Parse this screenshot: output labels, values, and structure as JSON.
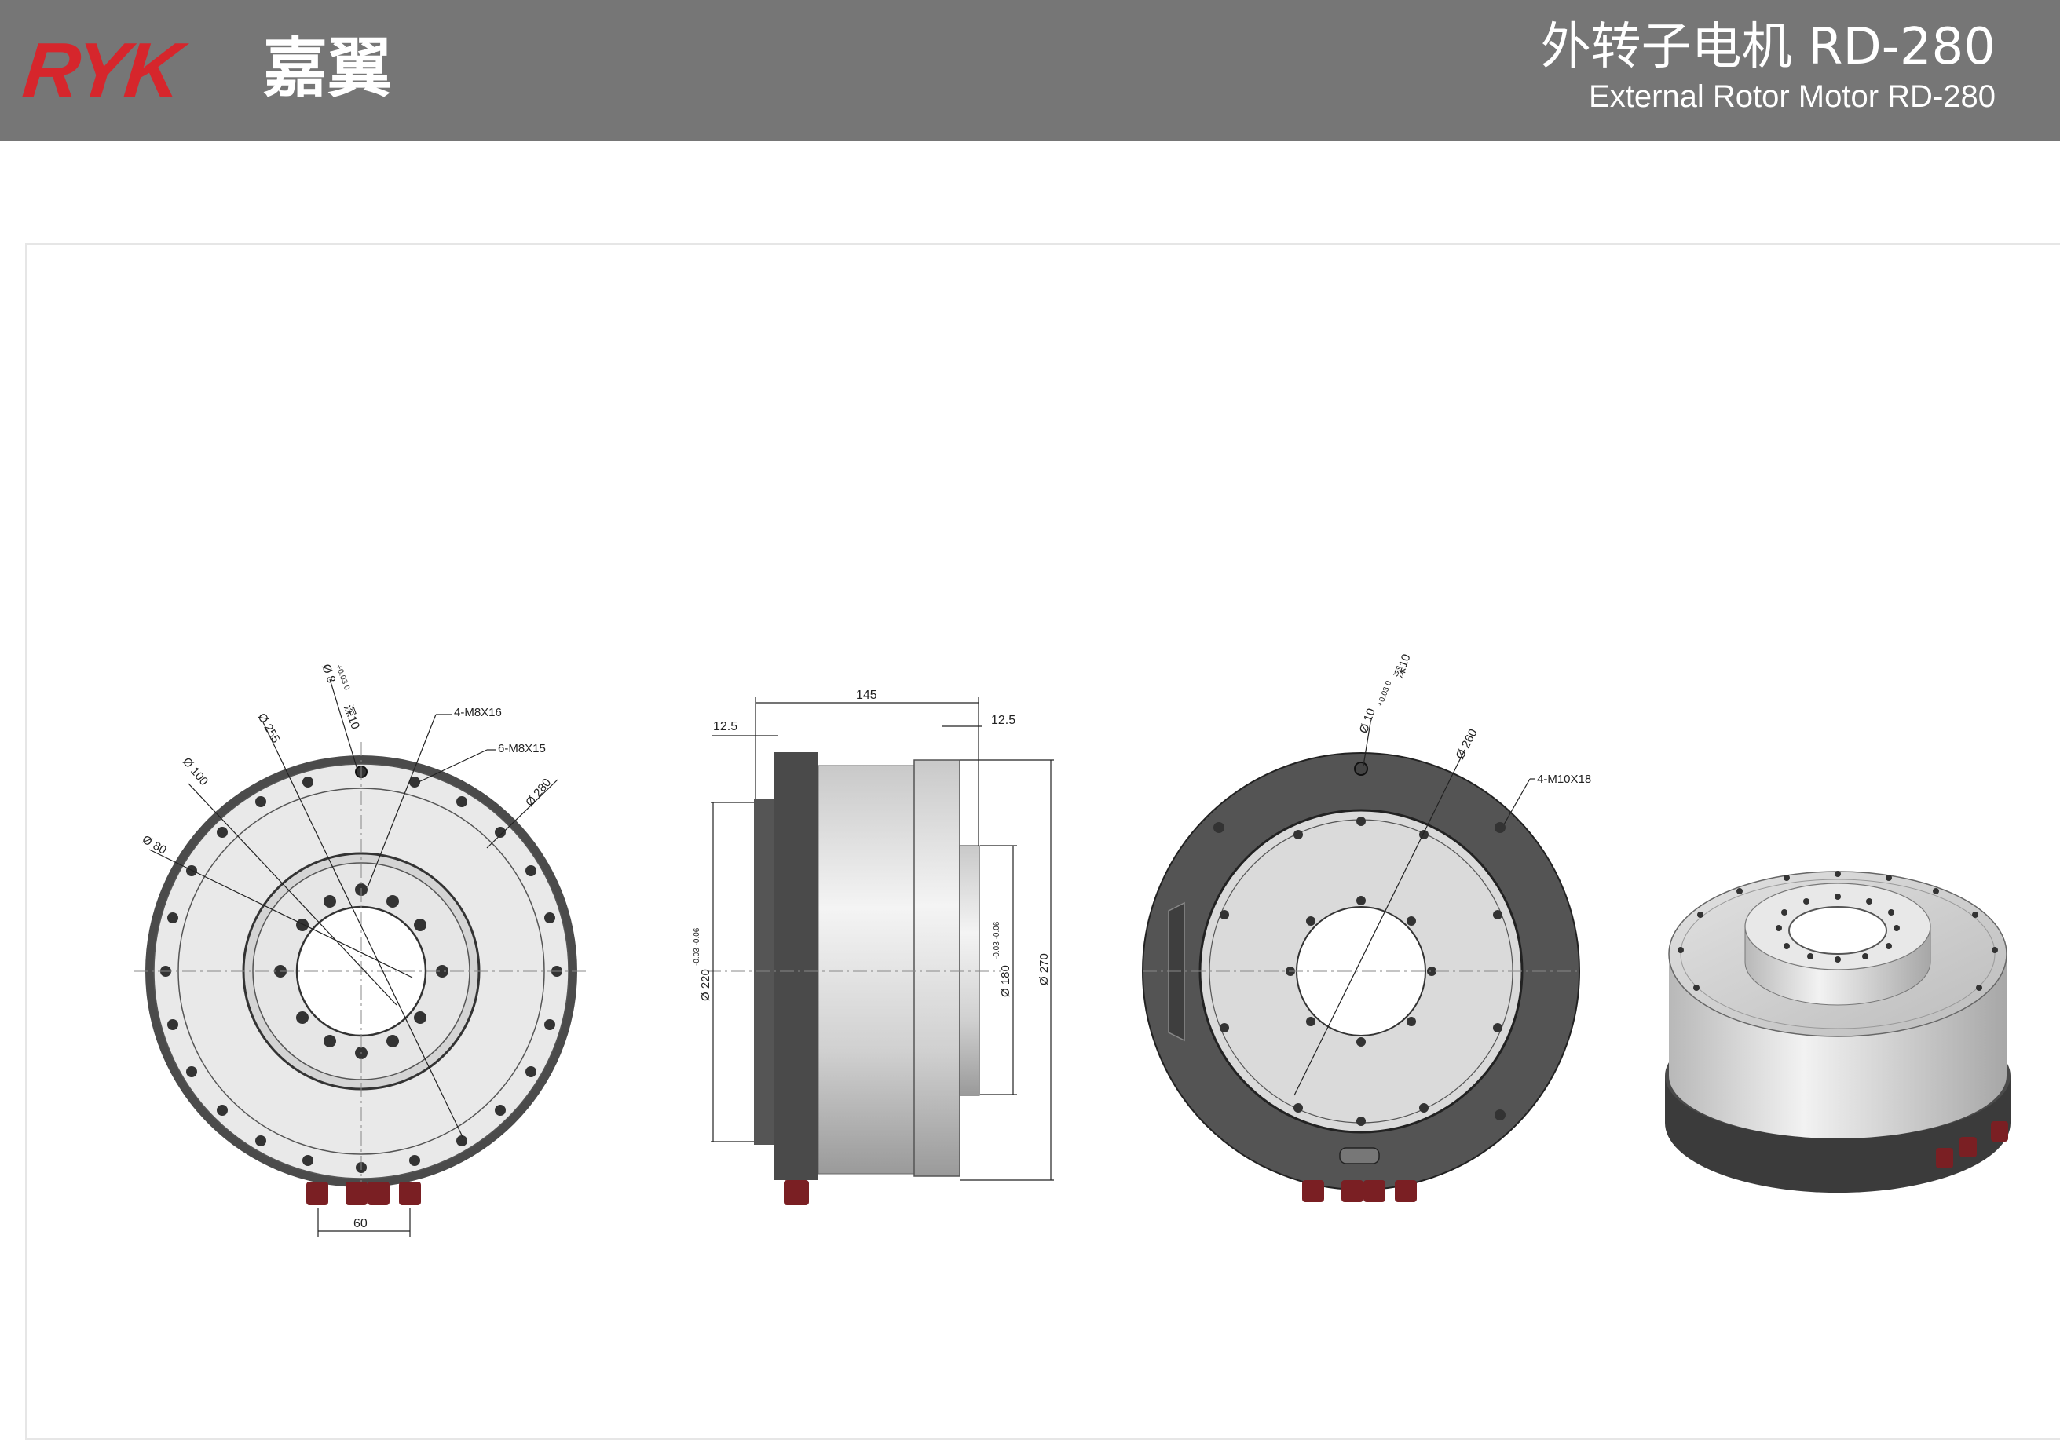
{
  "header": {
    "brand_latin": "RYK",
    "brand_cn": "嘉翼",
    "title_cn": "外转子电机 RD-280",
    "title_en": "External Rotor Motor RD-280"
  },
  "colors": {
    "header_bg": "#767676",
    "brand_red": "#d6262c",
    "housing_dark": "#4a4a4a",
    "face_light": "#dcdcdc",
    "connector_red": "#8a1f24"
  },
  "front_view": {
    "label_hole_dia": "Ø 8",
    "label_hole_tol": "+0.03 0",
    "label_hole_depth": "深10",
    "label_d255": "Ø 255",
    "label_d100": "Ø 100",
    "label_d80": "Ø 80",
    "label_m8x16": "4-M8X16",
    "label_m8x15": "6-M8X15",
    "label_d280": "Ø 280",
    "label_60": "60"
  },
  "side_view": {
    "label_145": "145",
    "label_12_5_left": "12.5",
    "label_12_5_right": "12.5",
    "label_d220": "Ø 220",
    "label_d220_tol": "-0.03 -0.06",
    "label_d180": "Ø 180",
    "label_d180_tol": "-0.03 -0.06",
    "label_d270": "Ø 270"
  },
  "back_view": {
    "label_hole_dia": "Ø 10",
    "label_hole_tol": "+0.03 0",
    "label_hole_depth": "深10",
    "label_d260": "Ø 260",
    "label_m10x18": "4-M10X18"
  },
  "icons": {
    "brand_logo": "ryk-logo-icon",
    "connector": "cable-connector-icon"
  }
}
